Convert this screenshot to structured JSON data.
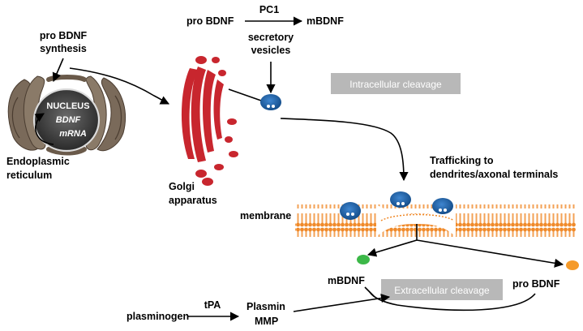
{
  "labels": {
    "pro_bdnf_synthesis_line1": "pro BDNF",
    "pro_bdnf_synthesis_line2": "synthesis",
    "pro_bdnf_top": "pro BDNF",
    "pc1": "PC1",
    "mbdnf_top": "mBDNF",
    "secretory_line1": "secretory",
    "secretory_line2": "vesicles",
    "intracellular_cleavage": "Intracellular cleavage",
    "nucleus": "NUCLEUS",
    "bdnf_mrna_line1": "BDNF",
    "bdnf_mrna_line2": "mRNA",
    "er_line1": "Endoplasmic",
    "er_line2": "reticulum",
    "golgi_line1": "Golgi",
    "golgi_line2": "apparatus",
    "trafficking_line1": "Trafficking to",
    "trafficking_line2": "dendrites/axonal terminals",
    "membrane": "membrane",
    "mbdnf_bottom": "mBDNF",
    "extracellular_cleavage": "Extracellular cleavage",
    "pro_bdnf_bottom": "pro BDNF",
    "plasminogen": "plasminogen",
    "tpa": "tPA",
    "plasmin": "Plasmin",
    "mmp": "MMP"
  },
  "colors": {
    "er": "#7a6a5a",
    "golgi": "#c8262e",
    "vesicle": "#1f66b0",
    "membrane": "#f08a2a",
    "mbdnf_dot": "#3cb848",
    "probdnf_dot": "#f59a2a",
    "cleavage_box": "#b8b8b8",
    "nucleus": "#3a3a3a"
  }
}
